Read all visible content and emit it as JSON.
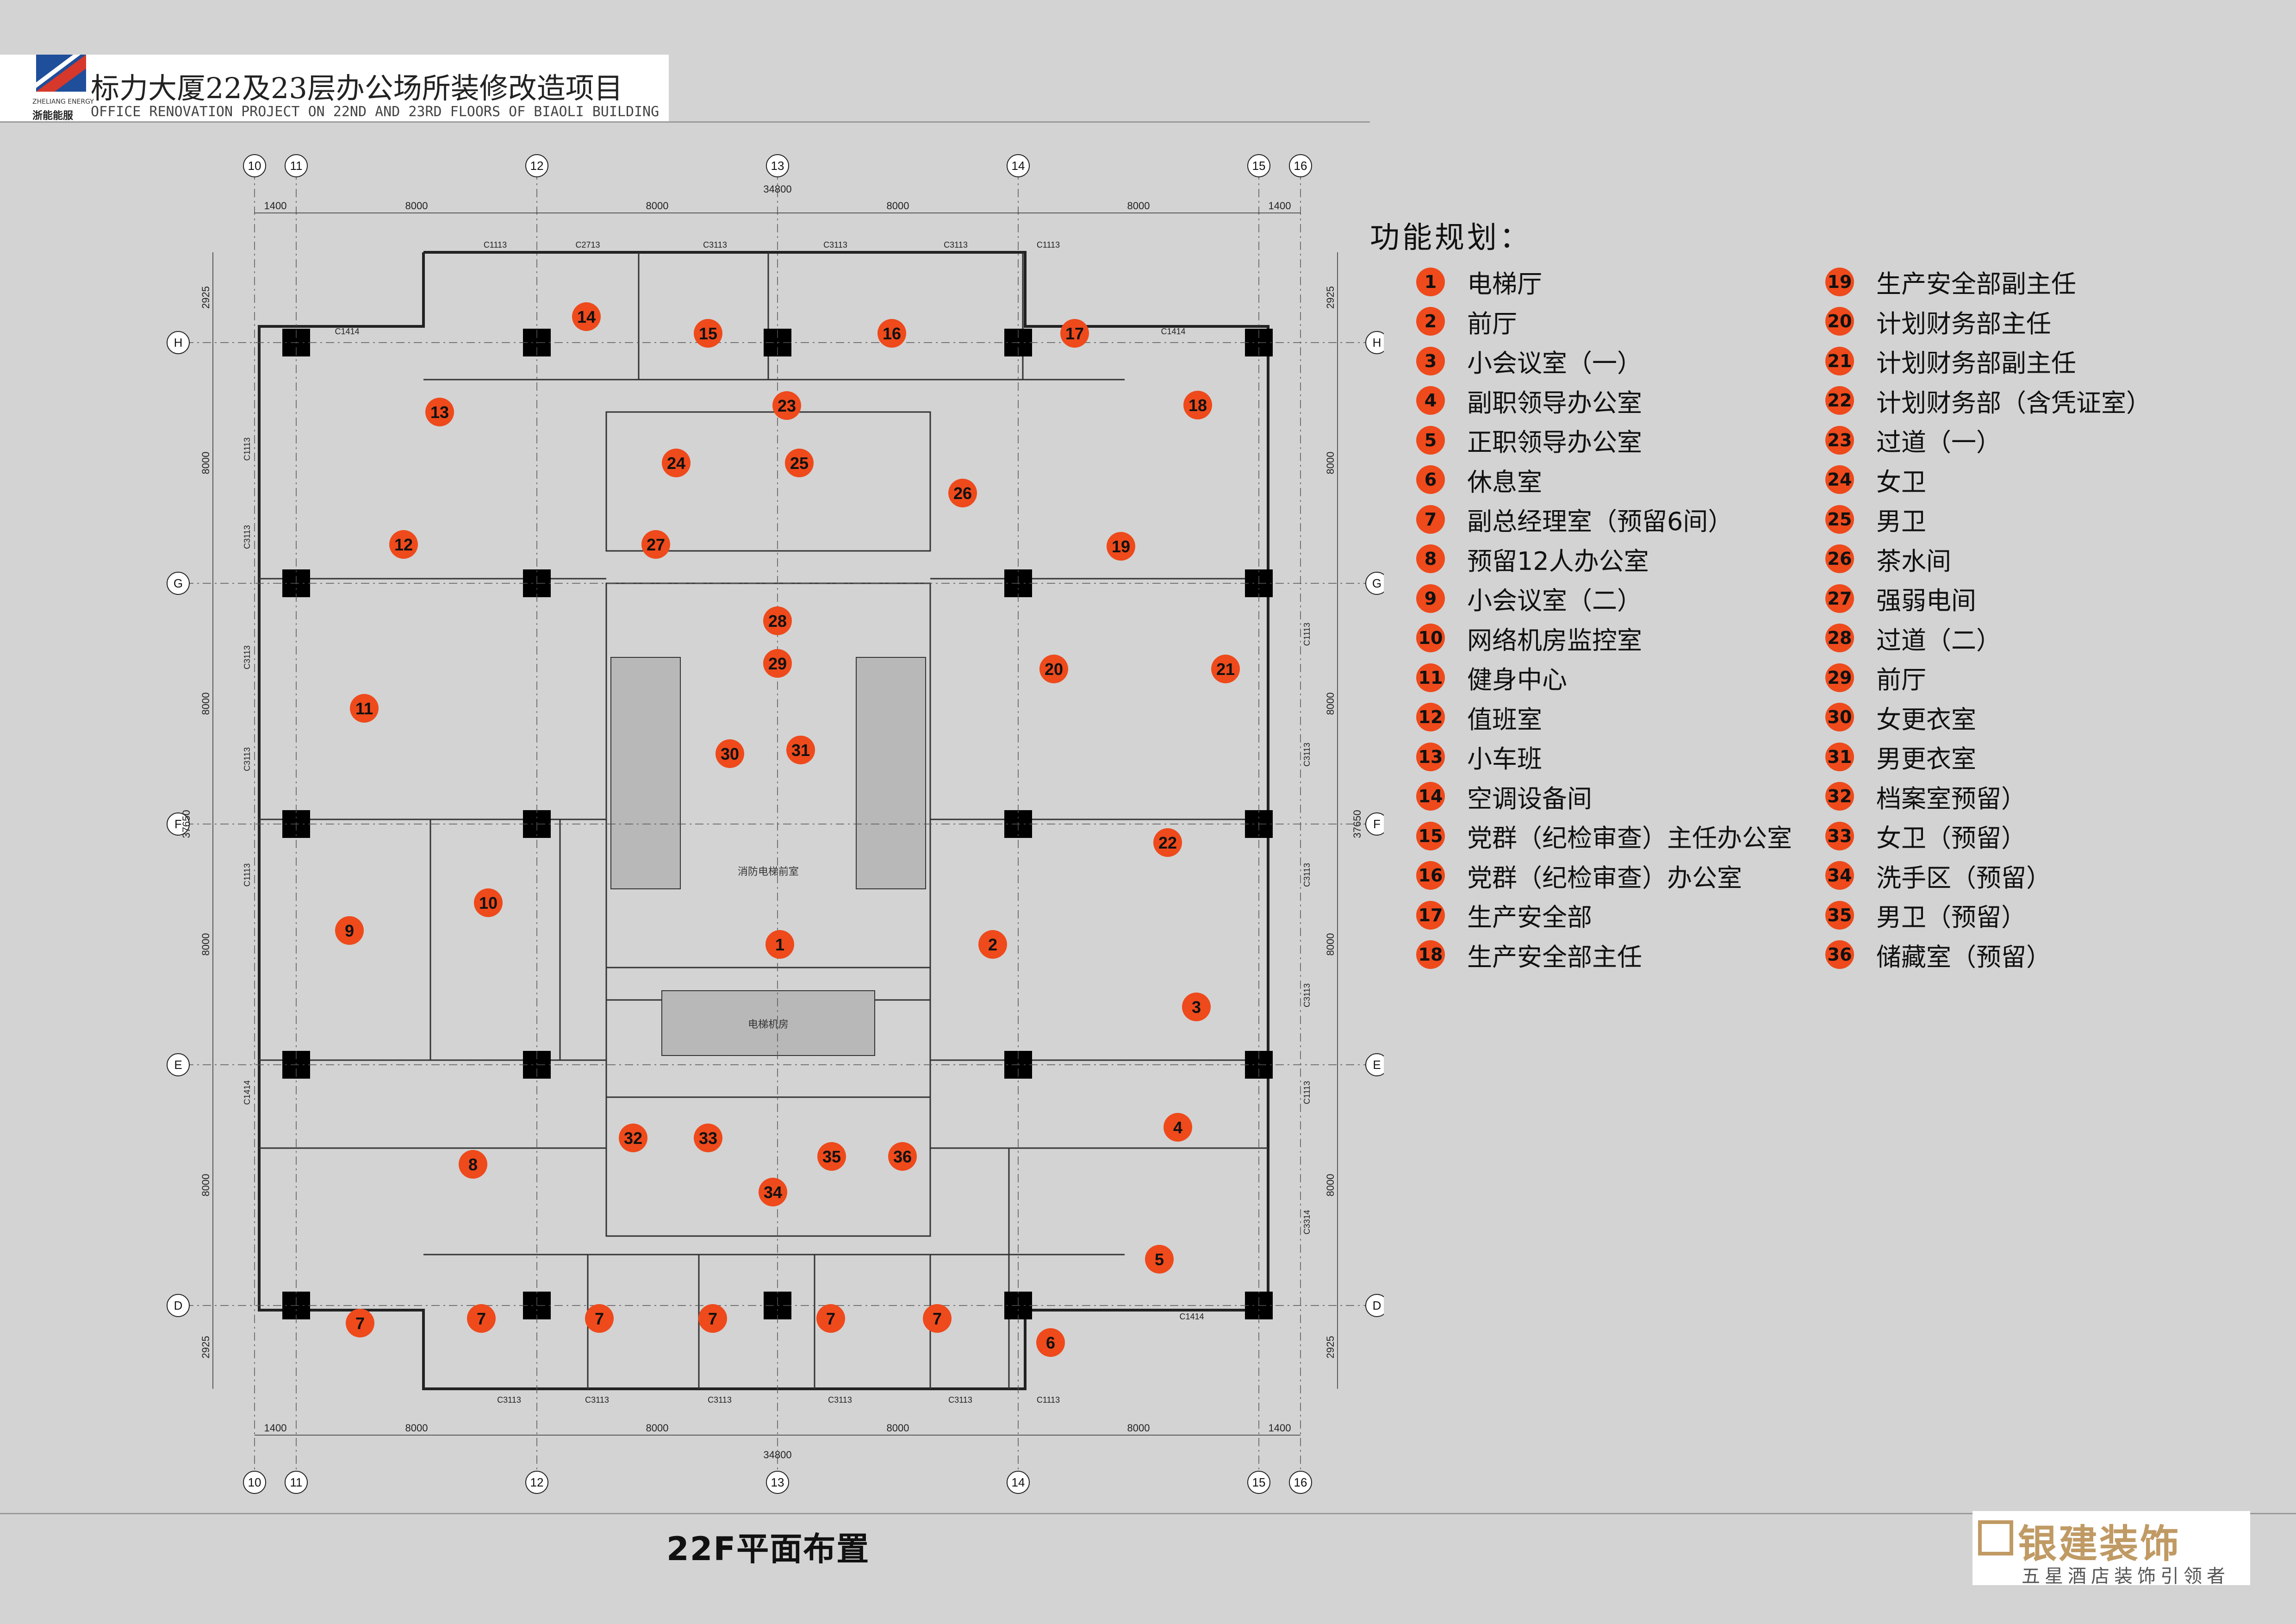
{
  "header": {
    "logo_text_en": "ZHELIANG ENERGY",
    "logo_text_cn": "浙能能服",
    "title_cn": "标力大厦22及23层办公场所装修改造项目",
    "title_en": "OFFICE RENOVATION PROJECT ON 22ND AND 23RD FLOORS OF BIAOLI BUILDING"
  },
  "plan": {
    "column_axes": [
      "10",
      "11",
      "12",
      "13",
      "14",
      "15",
      "16"
    ],
    "row_axes": [
      "H",
      "G",
      "F",
      "E",
      "D"
    ],
    "top_dimensions": [
      "1400",
      "8000",
      "8000",
      "8000",
      "8000",
      "1400"
    ],
    "bottom_dimensions": [
      "1400",
      "8000",
      "8000",
      "8000",
      "8000",
      "1400"
    ],
    "overall_width": "34800",
    "overall_height": "37650",
    "left_dimensions": [
      "2925",
      "8000",
      "8000",
      "8000",
      "8000",
      "2925"
    ],
    "right_dimensions": [
      "2925",
      "8000",
      "8000",
      "8000",
      "8000",
      "2925"
    ],
    "window_tags_top": [
      "C1113",
      "C2713",
      "C3113",
      "C3113",
      "C3113",
      "C1113"
    ],
    "window_tags_bottom": [
      "C3113",
      "C3113",
      "C3113",
      "C3113",
      "C3113",
      "C1113"
    ],
    "window_tags_side": [
      "C1414",
      "C1414",
      "C1113",
      "C3113",
      "C3113",
      "C3113",
      "C1113",
      "C1414",
      "C1414",
      "C1113",
      "C3113",
      "C3113",
      "C3113",
      "C1113",
      "C3314"
    ],
    "core_labels": [
      "消防电梯前室",
      "电梯机房"
    ],
    "room_markers": [
      {
        "n": "1"
      },
      {
        "n": "2"
      },
      {
        "n": "3"
      },
      {
        "n": "4"
      },
      {
        "n": "5"
      },
      {
        "n": "6"
      },
      {
        "n": "7"
      },
      {
        "n": "7"
      },
      {
        "n": "7"
      },
      {
        "n": "7"
      },
      {
        "n": "7"
      },
      {
        "n": "7"
      },
      {
        "n": "8"
      },
      {
        "n": "9"
      },
      {
        "n": "10"
      },
      {
        "n": "11"
      },
      {
        "n": "12"
      },
      {
        "n": "13"
      },
      {
        "n": "14"
      },
      {
        "n": "15"
      },
      {
        "n": "16"
      },
      {
        "n": "17"
      },
      {
        "n": "18"
      },
      {
        "n": "19"
      },
      {
        "n": "20"
      },
      {
        "n": "21"
      },
      {
        "n": "22"
      },
      {
        "n": "23"
      },
      {
        "n": "24"
      },
      {
        "n": "25"
      },
      {
        "n": "26"
      },
      {
        "n": "27"
      },
      {
        "n": "28"
      },
      {
        "n": "29"
      },
      {
        "n": "30"
      },
      {
        "n": "31"
      },
      {
        "n": "32"
      },
      {
        "n": "33"
      },
      {
        "n": "34"
      },
      {
        "n": "35"
      },
      {
        "n": "36"
      }
    ]
  },
  "legend": {
    "title": "功能规划：",
    "items": [
      {
        "n": "1",
        "label": "电梯厅"
      },
      {
        "n": "2",
        "label": "前厅"
      },
      {
        "n": "3",
        "label": "小会议室（一）"
      },
      {
        "n": "4",
        "label": "副职领导办公室"
      },
      {
        "n": "5",
        "label": "正职领导办公室"
      },
      {
        "n": "6",
        "label": "休息室"
      },
      {
        "n": "7",
        "label": "副总经理室（预留6间）"
      },
      {
        "n": "8",
        "label": "预留12人办公室"
      },
      {
        "n": "9",
        "label": "小会议室（二）"
      },
      {
        "n": "10",
        "label": "网络机房监控室"
      },
      {
        "n": "11",
        "label": "健身中心"
      },
      {
        "n": "12",
        "label": "值班室"
      },
      {
        "n": "13",
        "label": "小车班"
      },
      {
        "n": "14",
        "label": "空调设备间"
      },
      {
        "n": "15",
        "label": "党群（纪检审查）主任办公室"
      },
      {
        "n": "16",
        "label": "党群（纪检审查）办公室"
      },
      {
        "n": "17",
        "label": "生产安全部"
      },
      {
        "n": "18",
        "label": "生产安全部主任"
      },
      {
        "n": "19",
        "label": "生产安全部副主任"
      },
      {
        "n": "20",
        "label": "计划财务部主任"
      },
      {
        "n": "21",
        "label": "计划财务部副主任"
      },
      {
        "n": "22",
        "label": "计划财务部（含凭证室）"
      },
      {
        "n": "23",
        "label": "过道（一）"
      },
      {
        "n": "24",
        "label": "女卫"
      },
      {
        "n": "25",
        "label": "男卫"
      },
      {
        "n": "26",
        "label": "茶水间"
      },
      {
        "n": "27",
        "label": "强弱电间"
      },
      {
        "n": "28",
        "label": "过道（二）"
      },
      {
        "n": "29",
        "label": "前厅"
      },
      {
        "n": "30",
        "label": "女更衣室"
      },
      {
        "n": "31",
        "label": "男更衣室"
      },
      {
        "n": "32",
        "label": "档案室预留）"
      },
      {
        "n": "33",
        "label": "女卫（预留）"
      },
      {
        "n": "34",
        "label": "洗手区（预留）"
      },
      {
        "n": "35",
        "label": "男卫（预留）"
      },
      {
        "n": "36",
        "label": "储藏室（预留）"
      }
    ]
  },
  "caption": "22F平面布置",
  "brand": {
    "name": "银建装饰",
    "slogan": "五星酒店装饰引领者"
  },
  "colors": {
    "background": "#d3d3d3",
    "marker": "#ee4a1c",
    "brand_gold": "#c09a64",
    "logo_blue": "#1f4e9a",
    "logo_red": "#d6382b"
  }
}
